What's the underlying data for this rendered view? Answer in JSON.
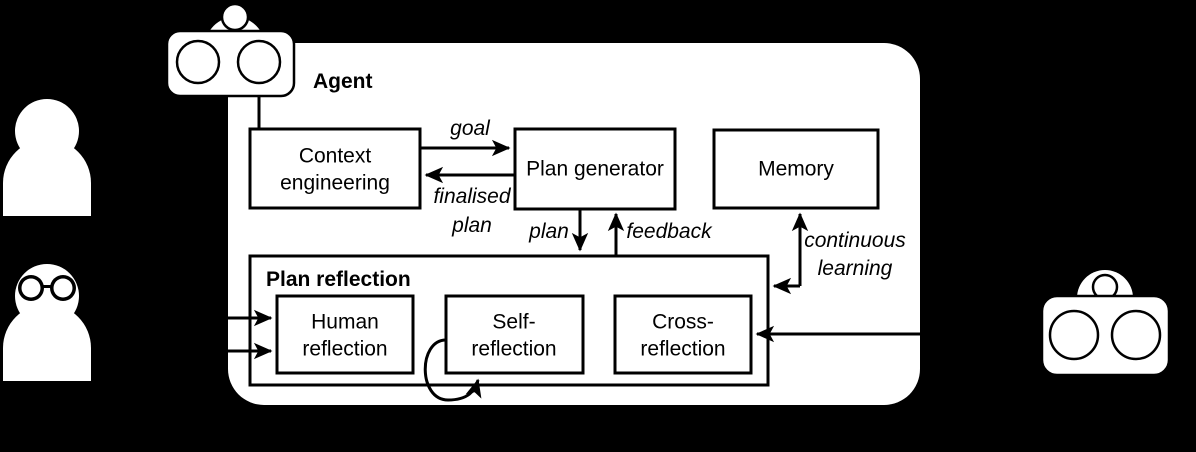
{
  "diagram": {
    "agent": {
      "title": "Agent",
      "icon": "robot-icon"
    },
    "actors": {
      "user_person": "person-icon",
      "expert_person": "person-with-glasses-icon",
      "external_agent": "robot-icon"
    },
    "boxes": {
      "context_engineering": "Context\nengineering",
      "context_engineering_line1": "Context",
      "context_engineering_line2": "engineering",
      "plan_generator": "Plan generator",
      "memory": "Memory",
      "plan_reflection_title": "Plan reflection",
      "human_reflection_line1": "Human",
      "human_reflection_line2": "reflection",
      "self_reflection_line1": "Self-",
      "self_reflection_line2": "reflection",
      "cross_reflection_line1": "Cross-",
      "cross_reflection_line2": "reflection"
    },
    "edges": {
      "goal": "goal",
      "finalised_plan_line1": "finalised",
      "finalised_plan_line2": "plan",
      "plan": "plan",
      "feedback": "feedback",
      "continuous_learning_line1": "continuous",
      "continuous_learning_line2": "learning"
    },
    "colors": {
      "background": "#000000",
      "surface": "#ffffff",
      "stroke": "#000000"
    }
  }
}
